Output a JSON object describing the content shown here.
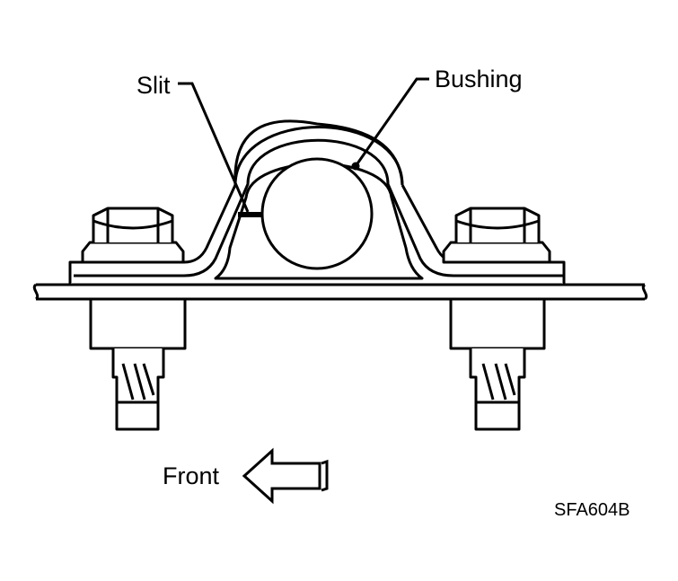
{
  "labels": {
    "slit": "Slit",
    "bushing": "Bushing",
    "front": "Front",
    "figure_code": "SFA604B"
  },
  "icons": {
    "direction_arrow": "arrow-left-icon"
  },
  "colors": {
    "line": "#000000",
    "background": "#ffffff"
  }
}
